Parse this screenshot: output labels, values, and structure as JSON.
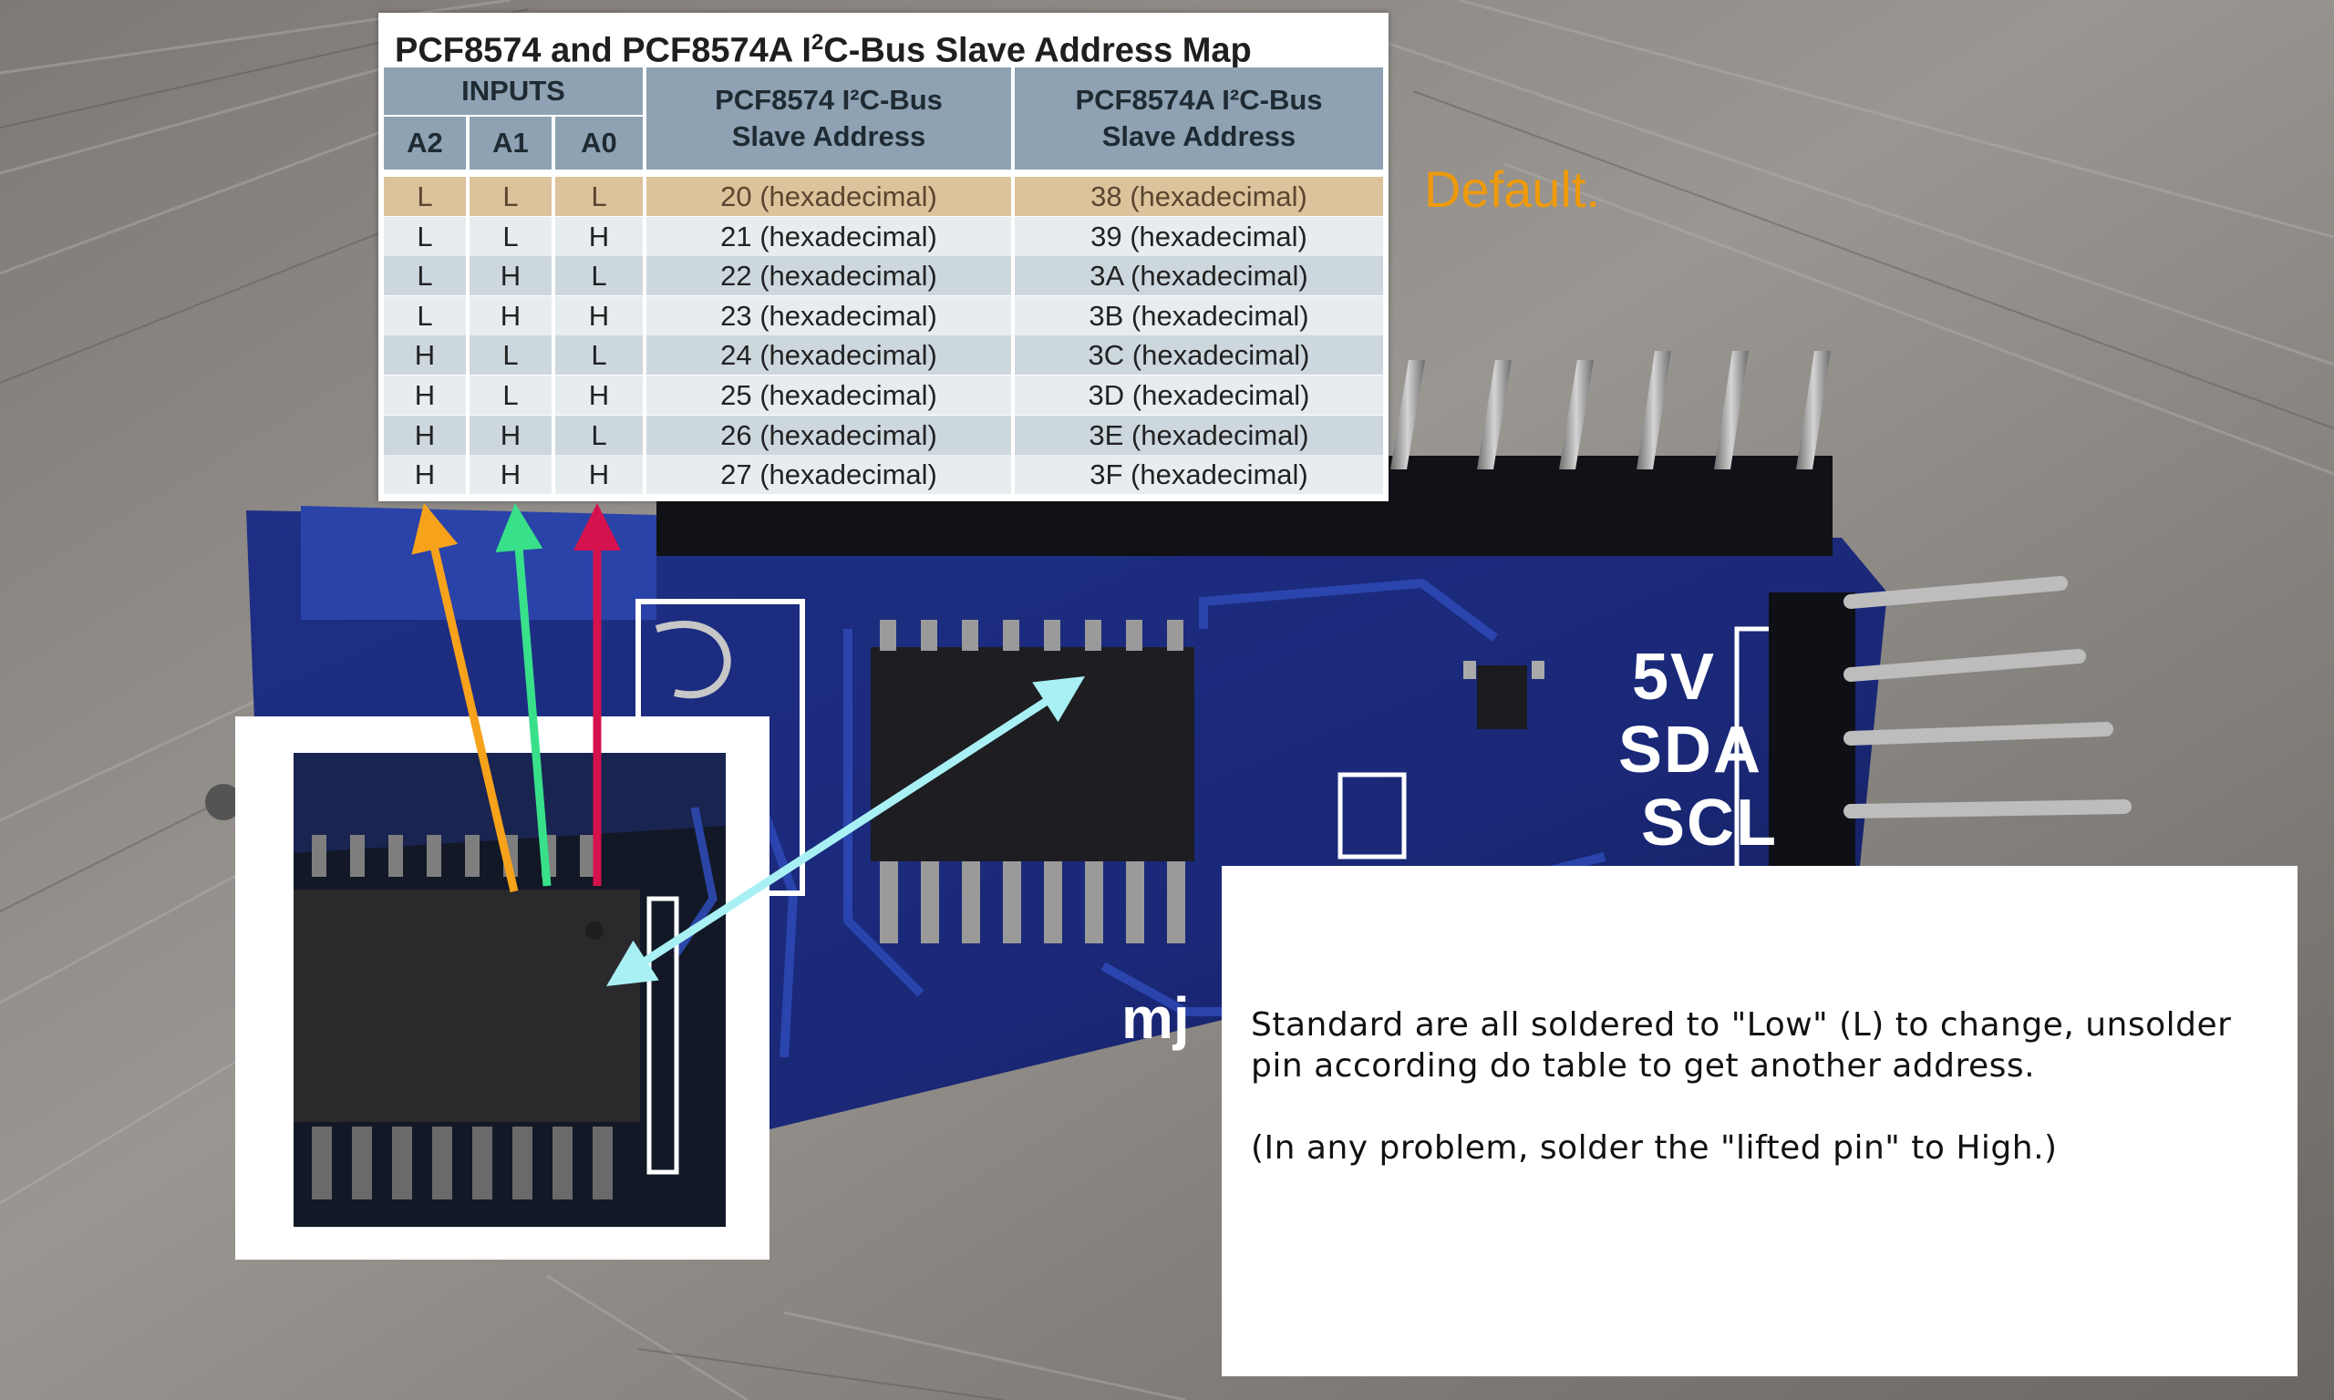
{
  "table": {
    "title_main": "PCF8574 and PCF8574A I",
    "title_sup": "2",
    "title_rest": "C-Bus Slave Address Map",
    "inputs_header": "INPUTS",
    "col_a2": "A2",
    "col_a1": "A1",
    "col_a0": "A0",
    "col_pcf8574_line1": "PCF8574 I²C-Bus",
    "col_pcf8574_line2": "Slave Address",
    "col_pcf8574a_line1": "PCF8574A I²C-Bus",
    "col_pcf8574a_line2": "Slave Address",
    "rows": [
      {
        "a2": "L",
        "a1": "L",
        "a0": "L",
        "pcf8574": "20 (hexadecimal)",
        "pcf8574a": "38 (hexadecimal)"
      },
      {
        "a2": "L",
        "a1": "L",
        "a0": "H",
        "pcf8574": "21 (hexadecimal)",
        "pcf8574a": "39 (hexadecimal)"
      },
      {
        "a2": "L",
        "a1": "H",
        "a0": "L",
        "pcf8574": "22 (hexadecimal)",
        "pcf8574a": "3A (hexadecimal)"
      },
      {
        "a2": "L",
        "a1": "H",
        "a0": "H",
        "pcf8574": "23 (hexadecimal)",
        "pcf8574a": "3B (hexadecimal)"
      },
      {
        "a2": "H",
        "a1": "L",
        "a0": "L",
        "pcf8574": "24 (hexadecimal)",
        "pcf8574a": "3C (hexadecimal)"
      },
      {
        "a2": "H",
        "a1": "L",
        "a0": "H",
        "pcf8574": "25 (hexadecimal)",
        "pcf8574a": "3D (hexadecimal)"
      },
      {
        "a2": "H",
        "a1": "H",
        "a0": "L",
        "pcf8574": "26 (hexadecimal)",
        "pcf8574a": "3E (hexadecimal)"
      },
      {
        "a2": "H",
        "a1": "H",
        "a0": "H",
        "pcf8574": "27 (hexadecimal)",
        "pcf8574a": "3F (hexadecimal)"
      }
    ]
  },
  "default_label": "Default.",
  "board_labels": {
    "pin_5v": "5V",
    "pin_sda": "SDA",
    "pin_scl": "SCL",
    "silkscreen": "mj"
  },
  "note": {
    "line1": "Standard are all soldered to \"Low\" (L) to change, unsolder pin according do table to get another address.",
    "line2": "(In any problem, solder the \"lifted pin\" to High.)"
  },
  "colors": {
    "arrow_a2": "#f7a21b",
    "arrow_a1": "#38e08a",
    "arrow_a0": "#d4124e",
    "arrow_chip": "#a8f0f4",
    "highlight_row": "#dcc39b",
    "header": "#8ea2b3",
    "row_odd": "#e7ecef",
    "row_even": "#cdd7de",
    "default_label": "#ee9a0c"
  }
}
